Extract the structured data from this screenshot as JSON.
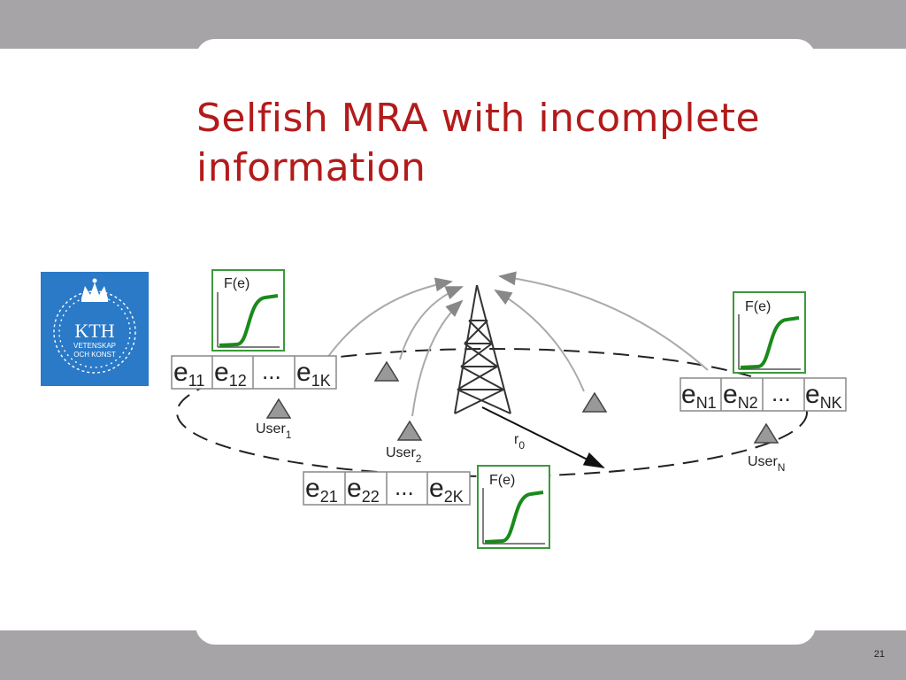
{
  "slide": {
    "title": "Selfish MRA with incomplete information",
    "page_number": "21"
  },
  "logo": {
    "name": "KTH",
    "line1": "VETENSKAP",
    "line2": "OCH KONST"
  },
  "diagram": {
    "fe_label": "F(e)",
    "dots": "...",
    "user1": {
      "base": "User",
      "sub": "1"
    },
    "user2": {
      "base": "User",
      "sub": "2"
    },
    "userN": {
      "base": "User",
      "sub": "N"
    },
    "radius": {
      "base": "r",
      "sub": "0"
    },
    "row1": [
      {
        "base": "e",
        "sub": "11"
      },
      {
        "base": "e",
        "sub": "12"
      },
      {
        "base": "e",
        "sub": "1K"
      }
    ],
    "row2": [
      {
        "base": "e",
        "sub": "21"
      },
      {
        "base": "e",
        "sub": "22"
      },
      {
        "base": "e",
        "sub": "2K"
      }
    ],
    "rowN": [
      {
        "base": "e",
        "sub": "N1"
      },
      {
        "base": "e",
        "sub": "N2"
      },
      {
        "base": "e",
        "sub": "NK"
      }
    ]
  },
  "colors": {
    "title": "#b31b1b",
    "logo_bg": "#2a7ac7",
    "curve": "#1a8a1a",
    "frame": "#3a9a3a",
    "background": "#a7a4a7"
  }
}
